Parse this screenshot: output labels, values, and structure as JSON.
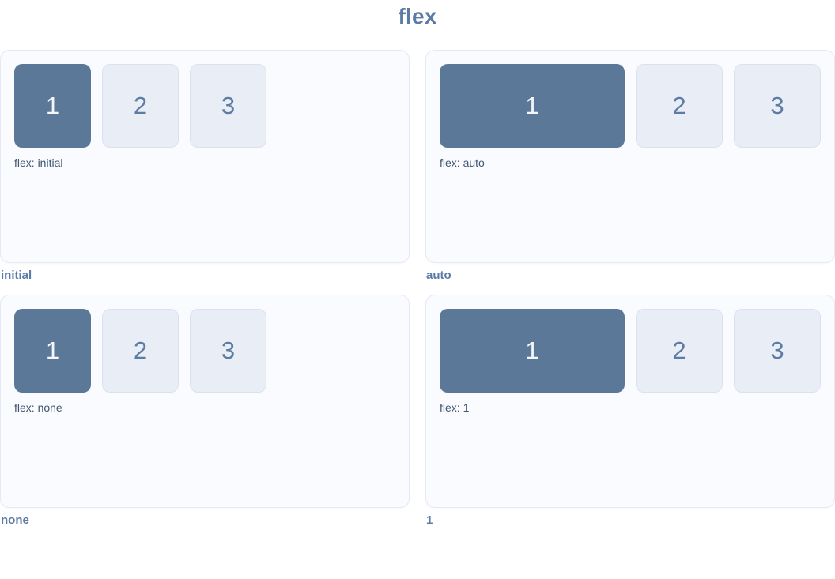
{
  "page": {
    "title": "flex"
  },
  "colors": {
    "page_bg": "#ffffff",
    "heading": "#5b7aa6",
    "panel_bg": "#fafbfe",
    "panel_border": "#e4e9f3",
    "box1_bg": "#5b7899",
    "box1_text": "#f3f6fa",
    "box_bg": "#e9edf5",
    "box_border": "#dbe2ef",
    "box_text": "#5d7ca3",
    "caption": "#3f5571"
  },
  "demos": [
    {
      "label": "initial",
      "caption": "flex: initial",
      "variant": "fixed",
      "boxes": [
        "1",
        "2",
        "3"
      ]
    },
    {
      "label": "auto",
      "caption": "flex: auto",
      "variant": "grow",
      "boxes": [
        "1",
        "2",
        "3"
      ]
    },
    {
      "label": "none",
      "caption": "flex: none",
      "variant": "fixed",
      "boxes": [
        "1",
        "2",
        "3"
      ]
    },
    {
      "label": "1",
      "caption": "flex: 1",
      "variant": "grow",
      "boxes": [
        "1",
        "2",
        "3"
      ]
    }
  ]
}
